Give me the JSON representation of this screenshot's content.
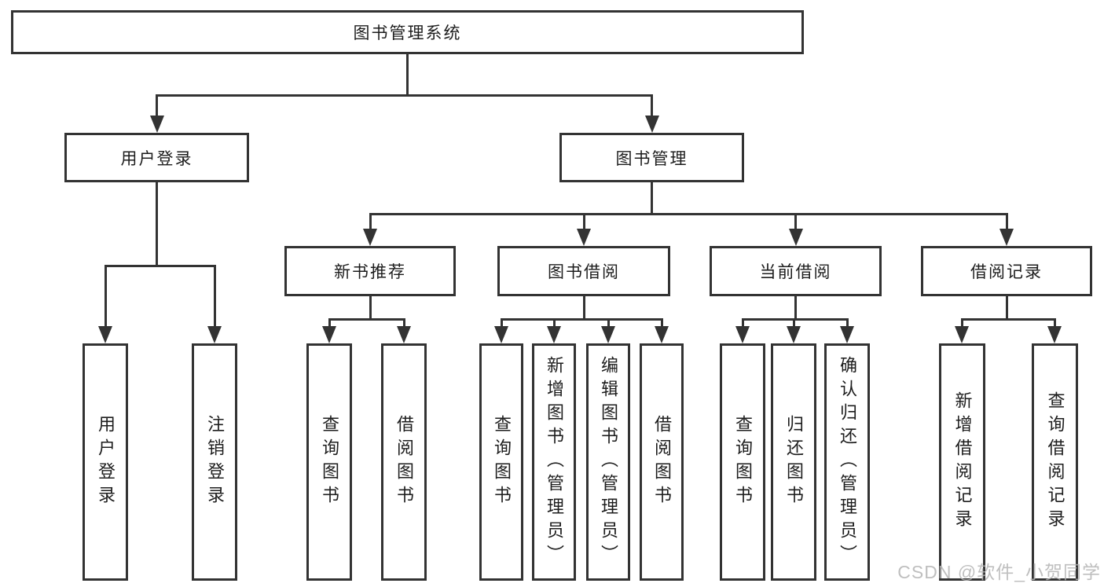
{
  "tree": {
    "root": {
      "label": "图书管理系统",
      "children": [
        {
          "label": "用户登录",
          "children": [
            {
              "label": "用户登录"
            },
            {
              "label": "注销登录"
            }
          ]
        },
        {
          "label": "图书管理",
          "children": [
            {
              "label": "新书推荐",
              "children": [
                {
                  "label": "查询图书"
                },
                {
                  "label": "借阅图书"
                }
              ]
            },
            {
              "label": "图书借阅",
              "children": [
                {
                  "label": "查询图书"
                },
                {
                  "label": "新增图书（管理员）"
                },
                {
                  "label": "编辑图书（管理员）"
                },
                {
                  "label": "借阅图书"
                }
              ]
            },
            {
              "label": "当前借阅",
              "children": [
                {
                  "label": "查询图书"
                },
                {
                  "label": "归还图书"
                },
                {
                  "label": "确认归还（管理员）"
                }
              ]
            },
            {
              "label": "借阅记录",
              "children": [
                {
                  "label": "新增借阅记录"
                },
                {
                  "label": "查询借阅记录"
                }
              ]
            }
          ]
        }
      ]
    }
  },
  "watermark": {
    "text": "CSDN @软件_小贺同学"
  },
  "colors": {
    "line": "#333333",
    "text": "#1d1d1d",
    "background": "#ffffff",
    "watermark": "#b4b4b4"
  }
}
